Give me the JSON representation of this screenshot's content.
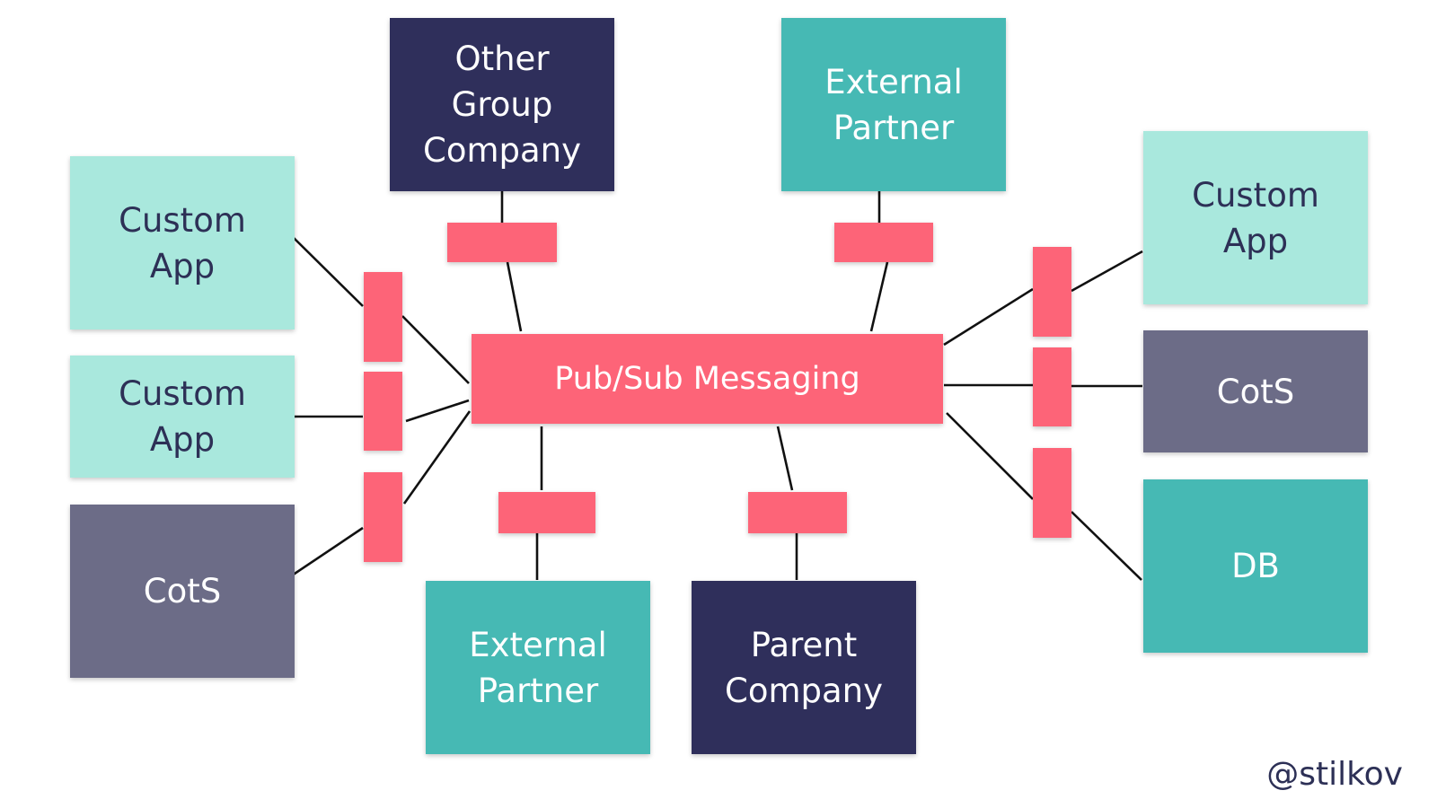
{
  "colors": {
    "navy": "#2f2f5b",
    "teal": "#46b9b4",
    "mint": "#a9e8dd",
    "slate": "#6c6c87",
    "coral": "#fd6478",
    "line": "#111111",
    "text_dark": "#2d3056",
    "text_light": "#ffffff"
  },
  "hub": {
    "label": "Pub/Sub Messaging",
    "color": "coral"
  },
  "nodes": [
    {
      "id": "other-group-company",
      "label": "Other\nGroup\nCompany",
      "style": "navy"
    },
    {
      "id": "external-partner-top",
      "label": "External\nPartner",
      "style": "teal"
    },
    {
      "id": "custom-app-left-1",
      "label": "Custom\nApp",
      "style": "mint"
    },
    {
      "id": "custom-app-left-2",
      "label": "Custom\nApp",
      "style": "mint"
    },
    {
      "id": "cots-left",
      "label": "CotS",
      "style": "slate"
    },
    {
      "id": "external-partner-bottom",
      "label": "External\nPartner",
      "style": "teal"
    },
    {
      "id": "parent-company",
      "label": "Parent\nCompany",
      "style": "navy"
    },
    {
      "id": "custom-app-right",
      "label": "Custom\nApp",
      "style": "mint"
    },
    {
      "id": "cots-right",
      "label": "CotS",
      "style": "slate"
    },
    {
      "id": "db",
      "label": "DB",
      "style": "teal"
    }
  ],
  "connections": [
    {
      "node": "other-group-company",
      "via": "adapter"
    },
    {
      "node": "external-partner-top",
      "via": "adapter"
    },
    {
      "node": "custom-app-left-1",
      "via": "adapter"
    },
    {
      "node": "custom-app-left-2",
      "via": "adapter"
    },
    {
      "node": "cots-left",
      "via": "adapter"
    },
    {
      "node": "external-partner-bottom",
      "via": "adapter"
    },
    {
      "node": "parent-company",
      "via": "adapter"
    },
    {
      "node": "custom-app-right",
      "via": "adapter"
    },
    {
      "node": "cots-right",
      "via": "adapter"
    },
    {
      "node": "db",
      "via": "adapter"
    }
  ],
  "handle": "@stilkov"
}
